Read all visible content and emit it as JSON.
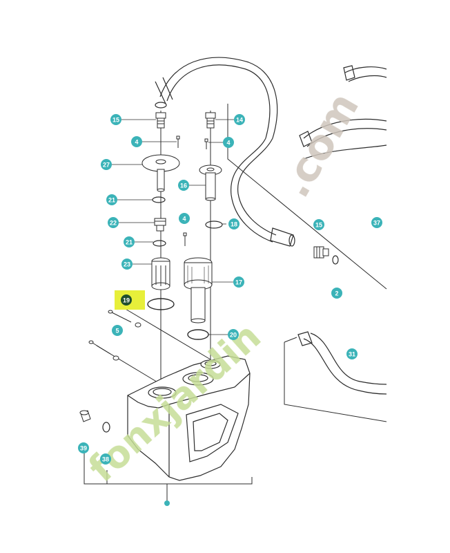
{
  "colors": {
    "callout": "#3bb3b8",
    "highlight": "#e7ef3a",
    "highlight_dot": "#1f4f2e",
    "line": "#2b2b2b",
    "watermark_green": "#c6dd96",
    "watermark_gray": "#cfc6bc",
    "watermark_orange": "#f2b66a"
  },
  "callouts": {
    "c15a": "15",
    "c14": "14",
    "c4a": "4",
    "c4b": "4",
    "c27": "27",
    "c16": "16",
    "c21a": "21",
    "c22": "22",
    "c4c": "4",
    "c18": "18",
    "c21b": "21",
    "c23": "23",
    "c17": "17",
    "c19": "19",
    "c5": "5",
    "c20": "20",
    "c15b": "15",
    "c37": "37",
    "c2": "2",
    "c31": "31",
    "c39": "39",
    "c38": "38"
  },
  "watermark": {
    "text_main": "fonxjardin",
    "text_com": ".com"
  }
}
